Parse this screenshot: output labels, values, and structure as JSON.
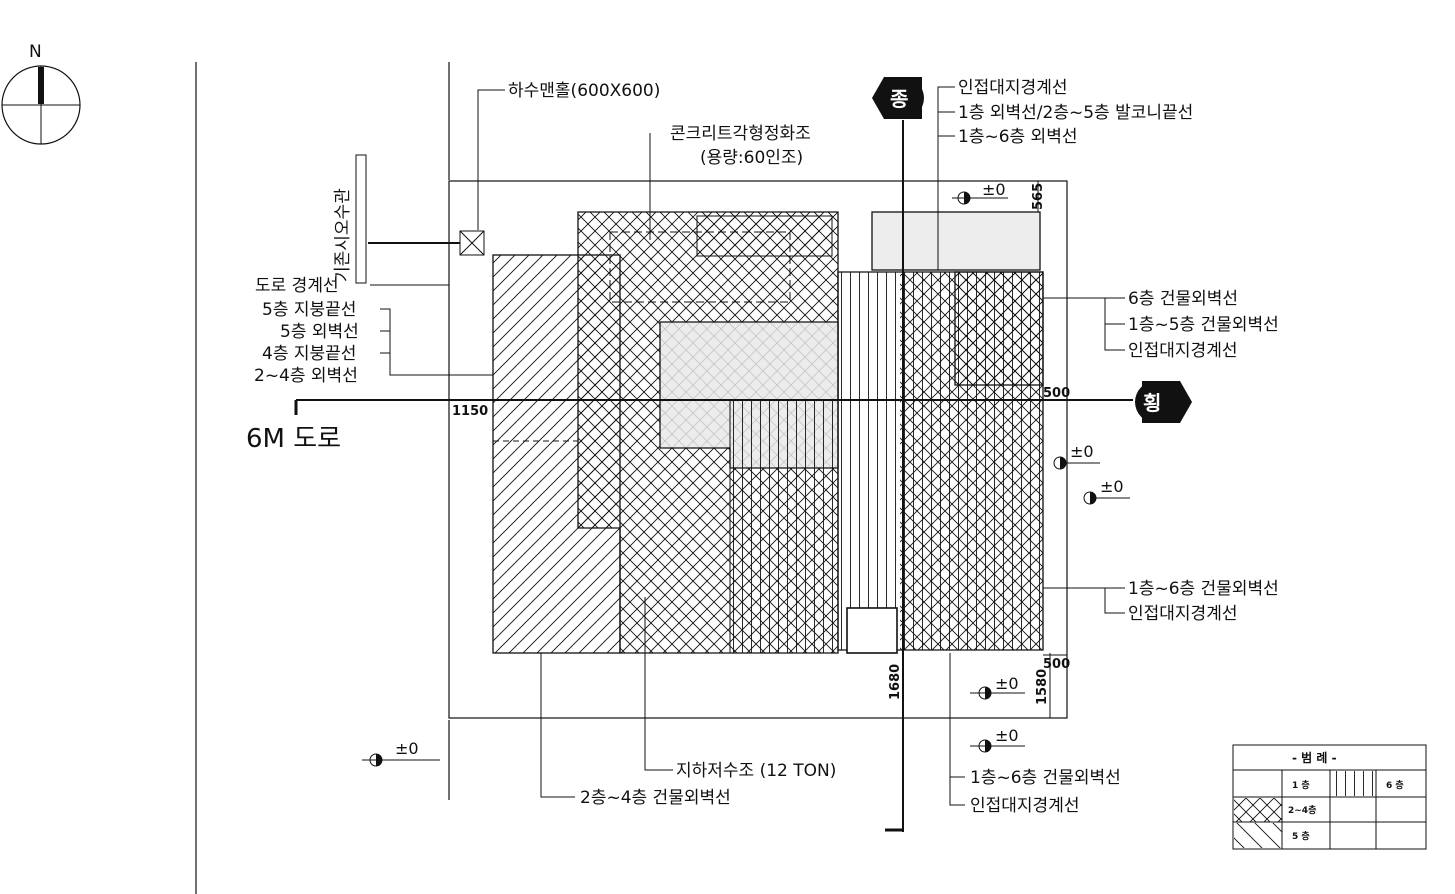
{
  "north": {
    "letter": "N"
  },
  "road": {
    "label": "6M 도로"
  },
  "existing_sewer": {
    "label": "기존시오수관"
  },
  "callouts": {
    "sewer_manhole": "하수맨홀(600X600)",
    "septic_tank": "콘크리트각형정화조",
    "septic_capacity": "(용량:60인조)",
    "top_right_1": "인접대지경계선",
    "top_right_2": "1층 외벽선/2층~5층 발코니끝선",
    "top_right_3": "1층~6층 외벽선",
    "road_boundary": "도로 경계선",
    "roof_5f": "5층 지붕끝선",
    "wall_5f": "5층 외벽선",
    "roof_4f": "4층 지붕끝선",
    "wall_2_4f": "2~4층 외벽선",
    "right_upper_1": "6층 건물외벽선",
    "right_upper_2": "1층~5층 건물외벽선",
    "right_upper_3": "인접대지경계선",
    "right_lower_1": "1층~6층 건물외벽선",
    "right_lower_2": "인접대지경계선",
    "underground_tank": "지하저수조 (12 TON)",
    "wall_2_4f_bottom": "2층~4층 건물외벽선",
    "bottom_right_1": "1층~6층 건물외벽선",
    "bottom_right_2": "인접대지경계선"
  },
  "axis_bubbles": {
    "longitudinal": "종",
    "transverse": "횡"
  },
  "dimensions": {
    "d565": "565",
    "d1150": "1150",
    "d500_upper": "500",
    "d500_lower": "500",
    "d1680": "1680",
    "d1580": "1580"
  },
  "levels": {
    "lv_top": "±0",
    "lv_right_1": "±0",
    "lv_right_2": "±0",
    "lv_bottom_1": "±0",
    "lv_bottom_2": "±0",
    "lv_left": "±0"
  },
  "legend": {
    "title": "- 범  례 -",
    "f1": "1 층",
    "f6": "6 층",
    "f2_4": "2~4층",
    "f5": "5 층"
  }
}
